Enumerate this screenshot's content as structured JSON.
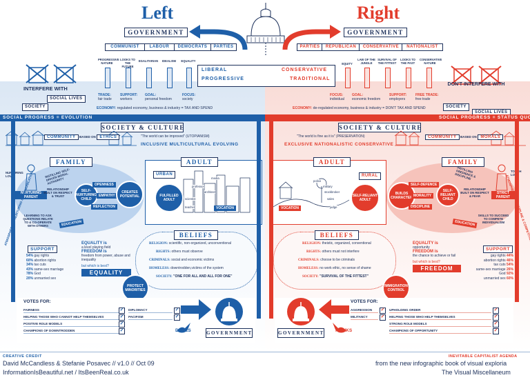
{
  "titles": {
    "left": "Left",
    "right": "Right"
  },
  "government_label": "GOVERNMENT",
  "left_parties": [
    "COMMUNIST",
    "LABOUR",
    "DEMOCRATS",
    "PARTIES"
  ],
  "right_parties": [
    "PARTIES",
    "REPUBLICAN",
    "CONSERVATIVE",
    "NATIONALIST"
  ],
  "left_interfere": "INTERFERE WITH",
  "right_interfere": "DON'T INTERFERE WITH",
  "society_label": "SOCIETY",
  "social_lives_label": "SOCIAL LIVES",
  "left_pillars": [
    "PROGRESSIVE NATURE",
    "LOOKS TO THE FUTURE",
    "EGALITARIAN",
    "IDEALISM",
    "EQUALITY"
  ],
  "right_pillars": [
    "EQUITY",
    "LAW OF THE JUNGLE",
    "SURVIVAL OF THE FITTEST",
    "LOOKS TO THE PAST",
    "CONSERVATIVE NATURE"
  ],
  "spectrum": {
    "liberal": "LIBERAL",
    "conservative": "CONSERVATIVE",
    "progressive": "PROGRESSIVE",
    "traditional": "TRADITIONAL"
  },
  "left_focus": {
    "trade": "TRADE:",
    "trade_v": "fair trade",
    "support": "SUPPORT:",
    "support_v": "workers",
    "goal": "GOAL:",
    "goal_v": "personal freedom",
    "focus": "FOCUS:",
    "focus_v": "society"
  },
  "right_focus": {
    "focus": "FOCUS:",
    "focus_v": "individual",
    "goal": "GOAL:",
    "goal_v": "economic freedom",
    "support": "SUPPORT:",
    "support_v": "employers",
    "trade": "FREE TRADE:",
    "trade_v": "free trade"
  },
  "economy": {
    "left_prefix": "ECONOMY:",
    "left": "regulated economy, business & industry = TAX AND SPEND",
    "right_prefix": "ECONOMY:",
    "right": "de-regulated economy, business & industry = DON'T TAX AND SPEND"
  },
  "social_progress": {
    "left": "SOCIAL PROGRESS = EVOLUTION",
    "right": "SOCIAL PROGRESS = STATUS QUO"
  },
  "society_culture": "SOCIETY & CULTURE",
  "left_quote": "\"The world can be improved\" (UTOPIANISM)",
  "right_quote": "\"The world is fine as it is\" (PRESERVATION)",
  "left_values": "INCLUSIVE  MULTICULTURAL  EVOLVING",
  "right_values": "EXCLUSIVE  NATIONALISTIC  CONSERVATIVE",
  "community_left": {
    "a": "COMMUNITY",
    "b": "BASED ON",
    "c": "ETHICS"
  },
  "community_right": {
    "a": "COMMUNITY",
    "b": "BASED ON",
    "c": "MORALS"
  },
  "family_label": "FAMILY",
  "adult_label": "ADULT",
  "left_family": {
    "nurturing_love": "NURTURING LOVE",
    "nurturing_parent": "NURTURING PARENT",
    "self_nurturing_child": "SELF-NURTURING CHILD",
    "relationship": "RELATIONSHIP BUILT ON RESPECT & TRUST",
    "openness": "OPENNESS",
    "empathy": "EMPATHY",
    "reflection": "REFLECTION",
    "creates_potential": "CREATES POTENTIAL",
    "learning": "LEARNING TO ASK QUESTIONS RELATE TO & CO-OPERATE WITH OTHERS",
    "education": "EDUCATION",
    "instills": "INSTILLING SELF-DRIVEN MORAL AUTHORITY",
    "side": "ATMOSPHERE OF NURTURING & COMMUNICATION"
  },
  "right_family": {
    "tough_love": "TOUGH LOVE",
    "strict_parent": "STRICT PARENT",
    "self_reliant_child": "SELF-RELIANT CHILD",
    "relationship": "RELATIONSHIP BUILT ON RESPECT & FEAR",
    "self_defence": "SELF-DEFENCE",
    "morality": "MORALITY",
    "discipline": "DISCIPLINE",
    "builds_character": "BUILDS CHARACTER",
    "skills": "SKILLS TO SUCCEED TO COMPETE INDIVIDUALISM",
    "education": "EDUCATION",
    "instills": "INSTILLING OBEDIENCE & DISCIPLINE",
    "side": "ATMOSPHERE OF DISCIPLINE & COMPETITION"
  },
  "left_adult": {
    "urban": "URBAN",
    "fulfilled": "FULFILLED ADULT",
    "roles": [
      "media",
      "professor",
      "architect",
      "scientist",
      "teacher"
    ],
    "vocation": "VOCATION"
  },
  "right_adult": {
    "rural": "RURAL",
    "self_reliant": "SELF-RELIANT ADULT",
    "roles": [
      "police",
      "military",
      "stockbroker",
      "sales",
      "judge"
    ],
    "vocation": "VOCATION"
  },
  "beliefs_label": "BELIEFS",
  "left_beliefs": [
    {
      "k": "RELIGION:",
      "v": "scientific, non-organized, unconventional"
    },
    {
      "k": "RIGHTS:",
      "v": "others must observe"
    },
    {
      "k": "CRIMINALS:",
      "v": "social and economic victims"
    },
    {
      "k": "HOMELESS:",
      "v": "downtrodden,victims of the system"
    },
    {
      "k": "SOCIETY:",
      "v": "\"ONE FOR ALL AND ALL FOR ONE\""
    }
  ],
  "right_beliefs": [
    {
      "k": "RELIGION:",
      "v": "theistic, organized, conventional"
    },
    {
      "k": "RIGHTS:",
      "v": "others must not interfere"
    },
    {
      "k": "CRIMINALS:",
      "v": "choose to be criminals"
    },
    {
      "k": "HOMELESS:",
      "v": "no work ethic, no sense of shame"
    },
    {
      "k": "SOCIETY:",
      "v": "\"SURVIVAL OF THE FITTEST\""
    }
  ],
  "support_label": "SUPPORT",
  "left_support": [
    {
      "pct": "54%",
      "item": "gay rights"
    },
    {
      "pct": "60%",
      "item": "abortion rights"
    },
    {
      "pct": "34%",
      "item": "tax cuts"
    },
    {
      "pct": "43%",
      "item": "same-sex marriage"
    },
    {
      "pct": "78%",
      "item": "God"
    },
    {
      "pct": "20%",
      "item": "unmarried sex"
    }
  ],
  "right_support": [
    {
      "pct": "44%",
      "item": "gay rights"
    },
    {
      "pct": "46%",
      "item": "abortion rights"
    },
    {
      "pct": "54%",
      "item": "tax cuts"
    },
    {
      "pct": "26%",
      "item": "same-sex marriage"
    },
    {
      "pct": "92%",
      "item": "God"
    },
    {
      "pct": "60%",
      "item": "unmarried sex"
    }
  ],
  "left_equality": {
    "l1": "EQUALITY is",
    "l2": "a level playing field",
    "l3": "FREEDOM is",
    "l4": "freedom from power, abuse and inequality",
    "which": "but which is best?",
    "answer": "EQUALITY"
  },
  "right_equality": {
    "l1": "EQUALITY is",
    "l2": "opportunity",
    "l3": "FREEDOM is",
    "l4": "the chance to achieve or fail",
    "which": "but which is best?",
    "answer": "FREEDOM"
  },
  "protect": "PROTECT MINORITIES",
  "immigration": "IMMIGRATION CONTROL",
  "votes_for": "VOTES FOR:",
  "left_votes": [
    "FAIRNESS",
    "HELPING THOSE WHO CANNOT HELP THEMSELVES",
    "POSITIVE ROLE MODELS",
    "CHAMPIONS OF DOWNTRODDEN"
  ],
  "left_votes_b": [
    "DIPLOMACY",
    "PACIFISM"
  ],
  "right_votes": [
    "UPHOLDING ORDER",
    "HELPING THOSE WHO HELP THEMSELVES",
    "STRONG ROLE MODELS",
    "CHAMPIONS OF OPPORTUNITY"
  ],
  "right_votes_b": [
    "AGGRESSION",
    "MILITANCY"
  ],
  "doves": "DOVES",
  "hawks": "HAWKS",
  "footer": {
    "credit_label": "CREATIVE CREDIT",
    "credit": "David McCandless & Stefanie Posavec // v1.0 // Oct 09",
    "sites": "InformationIsBeautiful.net / ItsBeenReal.co.uk",
    "agenda": "INEVITABLE CAPITALIST AGENDA",
    "from": "from the new infographic book of visual exploria",
    "book": "The Visual Miscellaneum"
  },
  "colors": {
    "blue": "#1e5fa8",
    "red": "#e23c2c",
    "navy": "#1b2f5a",
    "light_blue": "#dfe9f5",
    "light_red": "#fbe3df"
  }
}
